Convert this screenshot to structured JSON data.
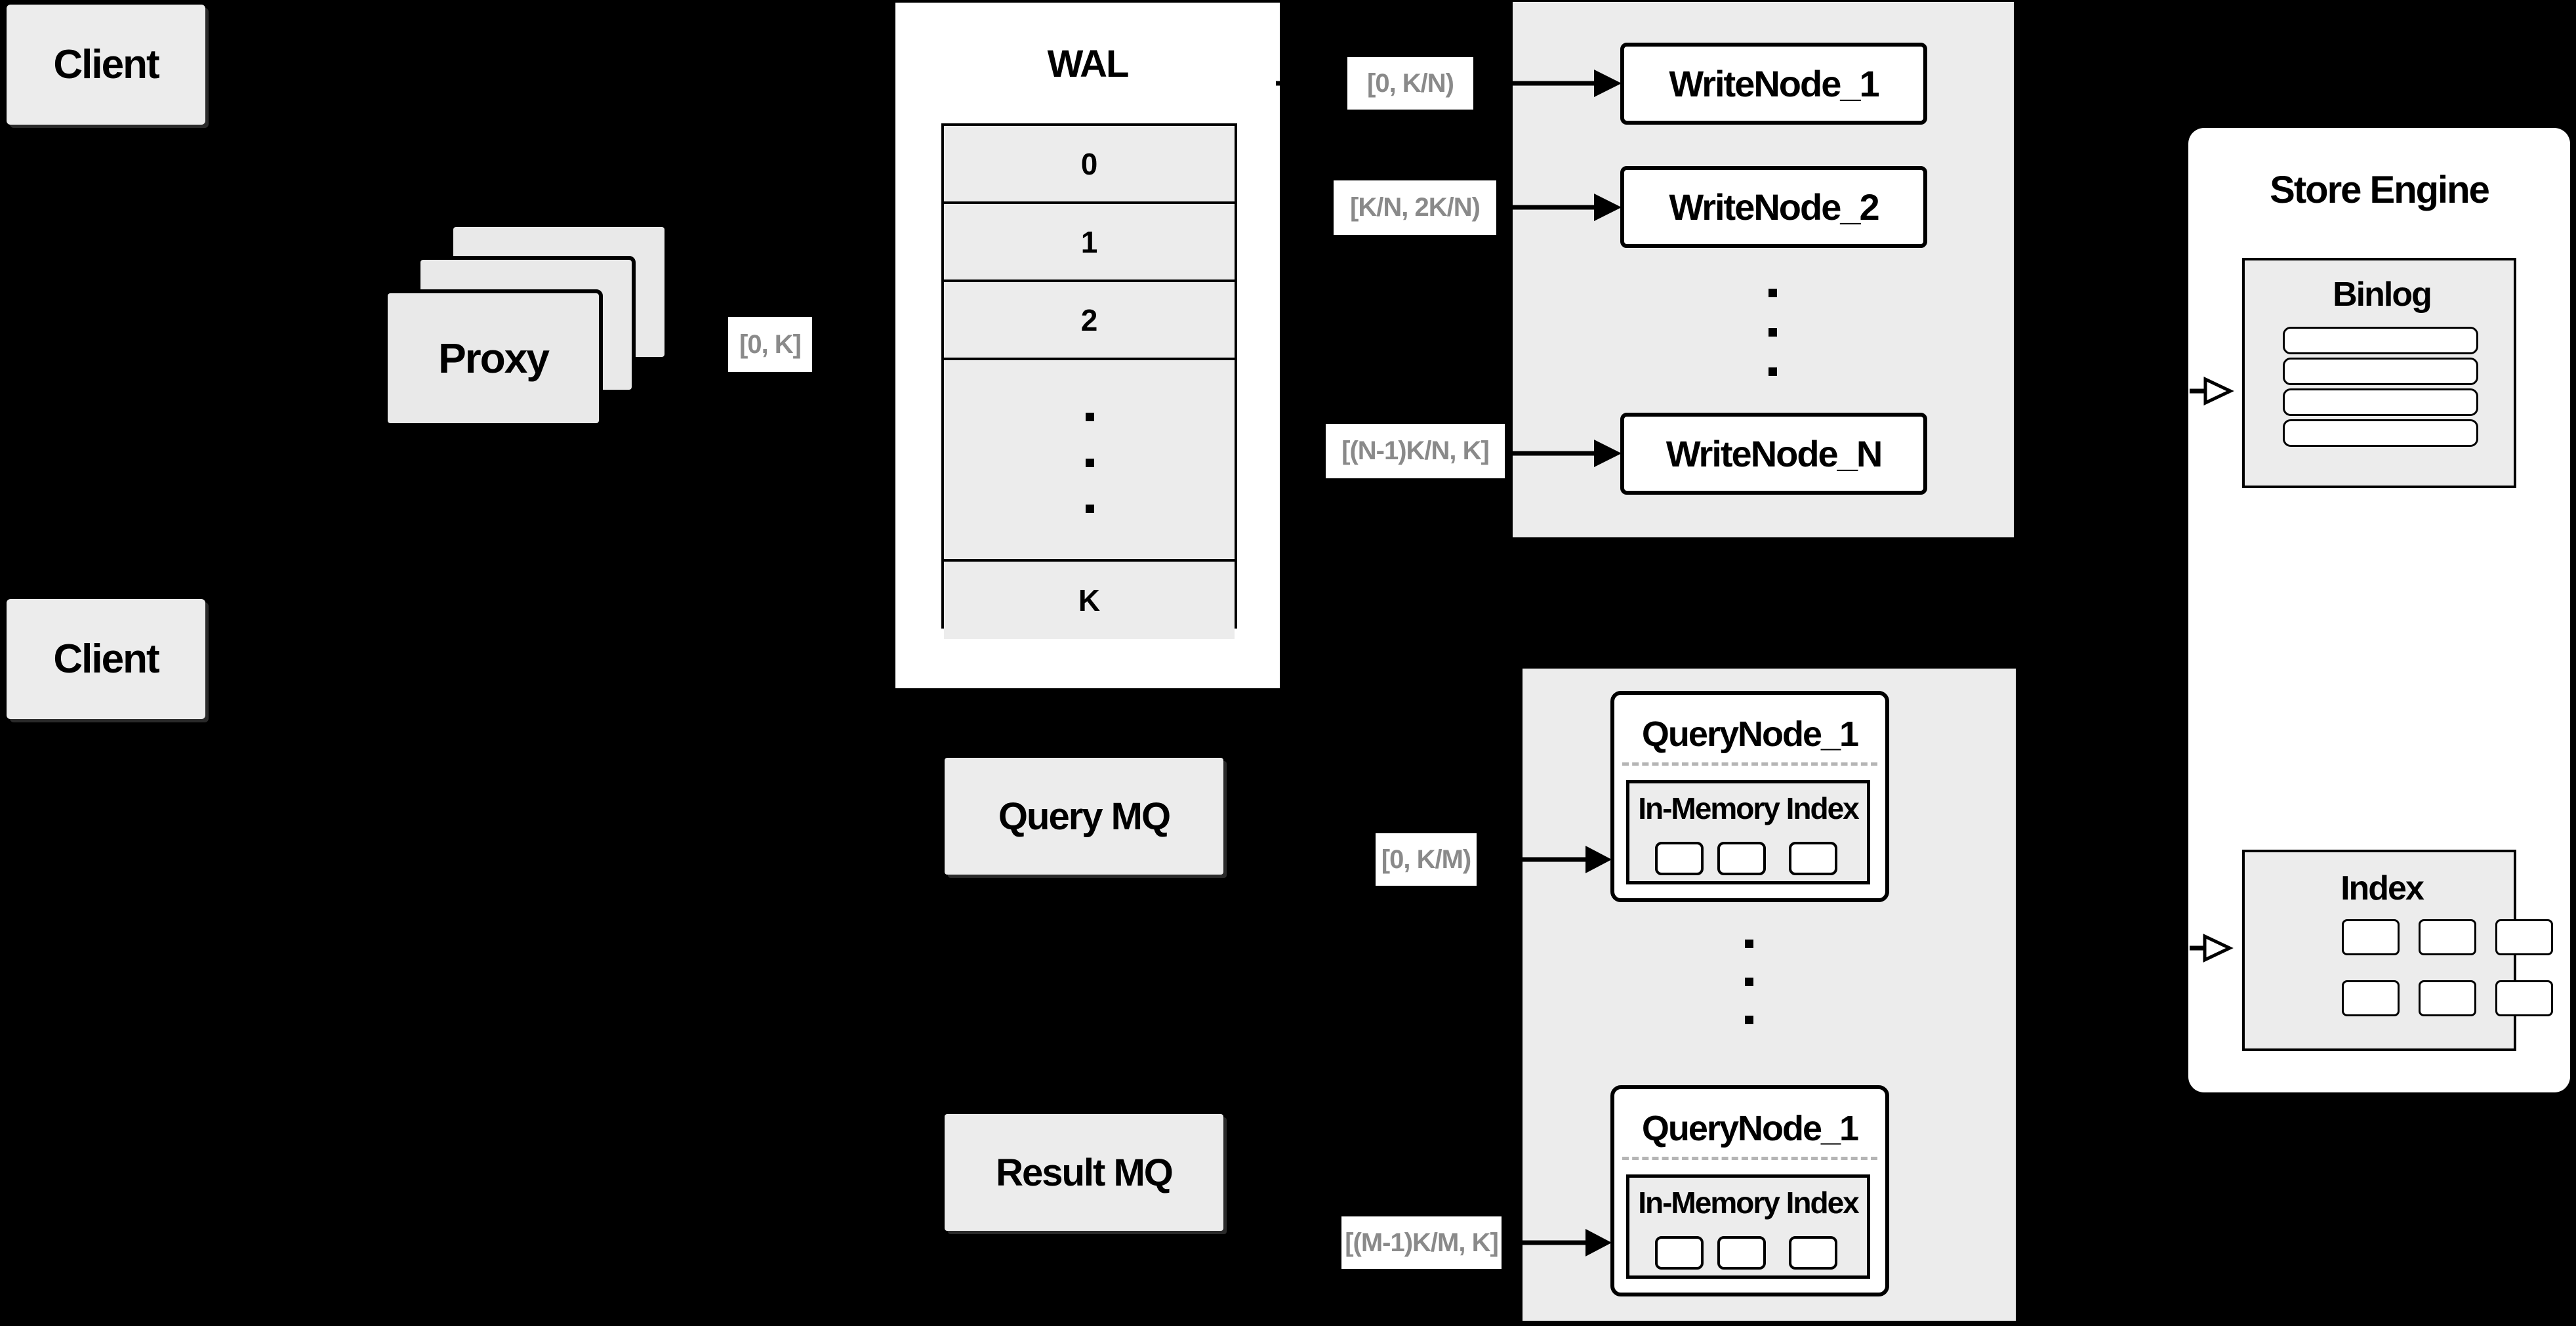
{
  "clients": {
    "top": "Client",
    "bottom": "Client"
  },
  "proxy": {
    "label": "Proxy"
  },
  "wal": {
    "title": "WAL",
    "rows": [
      "0",
      "1",
      "2"
    ],
    "last_row": "K"
  },
  "write_nodes": {
    "n1": "WriteNode_1",
    "n2": "WriteNode_2",
    "nn": "WriteNode_N"
  },
  "query_nodes": {
    "top": {
      "title": "QueryNode_1",
      "inner": "In-Memory Index"
    },
    "bottom": {
      "title": "QueryNode_1",
      "inner": "In-Memory Index"
    }
  },
  "mq": {
    "query": "Query MQ",
    "result": "Result MQ"
  },
  "store_engine": {
    "title": "Store Engine",
    "binlog_title": "Binlog",
    "index_title": "Index"
  },
  "ranges": {
    "proxy_wal": "[0, K]",
    "w1": "[0, K/N)",
    "w2": "[K/N, 2K/N)",
    "wn": "[(N-1)K/N, K]",
    "q1": "[0, K/M)",
    "q2": "[(M-1)K/M, K]"
  },
  "colors": {
    "background": "#000000",
    "panel_gray": "#ececec",
    "panel_white": "#ffffff",
    "line": "#000000",
    "range_text": "#8a8a8a"
  }
}
